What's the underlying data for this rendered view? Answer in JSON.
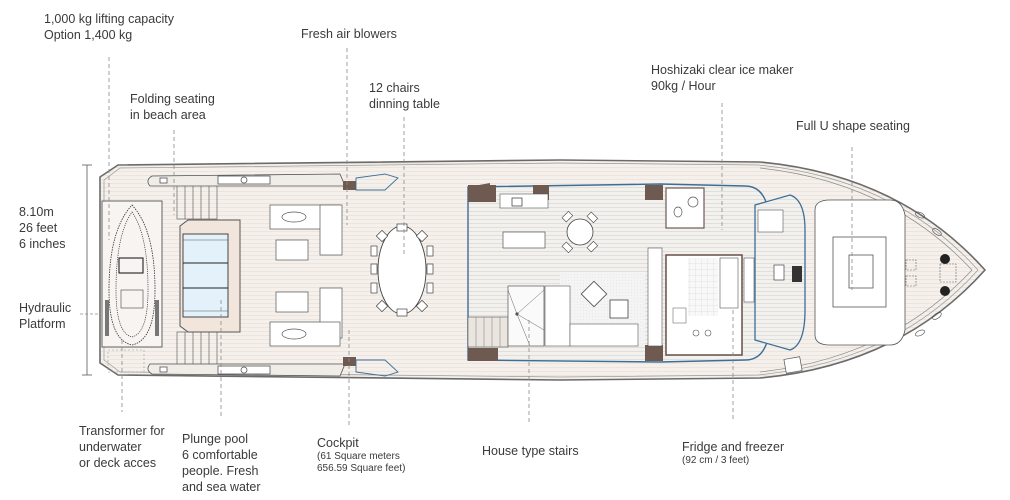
{
  "colors": {
    "deck": "#f5f0eb",
    "hull_line": "#6b6b6b",
    "wood_dark": "#6e5a50",
    "glass_blue": "#3d6e96",
    "pool_water": "#e3f1fb",
    "pool_surround": "#f2e6dc",
    "leader_line": "#8a8a8a",
    "text": "#3a3a3a"
  },
  "annotations": {
    "lifting": {
      "line1": "1,000 kg lifting capacity",
      "line2": "Option 1,400 kg"
    },
    "folding_seating": {
      "line1": "Folding seating",
      "line2": "in beach area"
    },
    "fresh_air": {
      "line1": "Fresh air blowers"
    },
    "dining": {
      "line1": "12 chairs",
      "line2": "dinning table"
    },
    "ice_maker": {
      "line1": "Hoshizaki clear ice maker",
      "line2": "90kg / Hour"
    },
    "u_seating": {
      "line1": "Full U shape seating"
    },
    "beam": {
      "line1": "8.10m",
      "line2": "26 feet",
      "line3": "6 inches"
    },
    "platform": {
      "line1": "Hydraulic",
      "line2": "Platform"
    },
    "transformer": {
      "line1": "Transformer for",
      "line2": "underwater",
      "line3": "or deck acces"
    },
    "plunge_pool": {
      "line1": "Plunge pool",
      "line2": "6 comfortable",
      "line3": "people. Fresh",
      "line4": "and sea water"
    },
    "cockpit": {
      "line1": "Cockpit",
      "sub1": "(61 Square meters",
      "sub2": "656.59 Square feet)"
    },
    "stairs": {
      "line1": "House type stairs"
    },
    "fridge": {
      "line1": "Fridge and freezer",
      "sub1": "(92 cm / 3 feet)"
    }
  }
}
